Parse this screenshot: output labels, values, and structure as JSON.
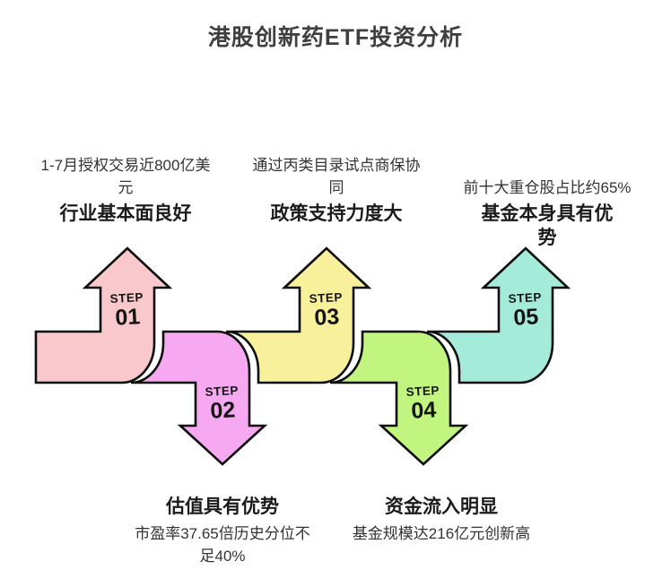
{
  "title": "港股创新药ETF投资分析",
  "colors": {
    "step1_fill": "#f9c8cd",
    "step2_fill": "#f6a9f1",
    "step3_fill": "#f8f09a",
    "step4_fill": "#c2f57f",
    "step5_fill": "#a5ebd9",
    "outline": "#0e0e0e",
    "title_color": "#3f3f3f",
    "heading_color": "#1b1b1b",
    "desc_color": "#333333"
  },
  "steps": [
    {
      "label": "STEP",
      "number": "01",
      "direction": "up",
      "heading": "行业基本面良好",
      "desc": "1-7月授权交易近800亿美\n元"
    },
    {
      "label": "STEP",
      "number": "02",
      "direction": "down",
      "heading": "估值具有优势",
      "desc": "市盈率37.65倍历史分位不\n足40%"
    },
    {
      "label": "STEP",
      "number": "03",
      "direction": "up",
      "heading": "政策支持力度大",
      "desc": "通过丙类目录试点商保协\n同"
    },
    {
      "label": "STEP",
      "number": "04",
      "direction": "down",
      "heading": "资金流入明显",
      "desc": "基金规模达216亿元创新高"
    },
    {
      "label": "STEP",
      "number": "05",
      "direction": "up",
      "heading": "基金本身具有优\n势",
      "desc": "前十大重仓股占比约65%"
    }
  ]
}
